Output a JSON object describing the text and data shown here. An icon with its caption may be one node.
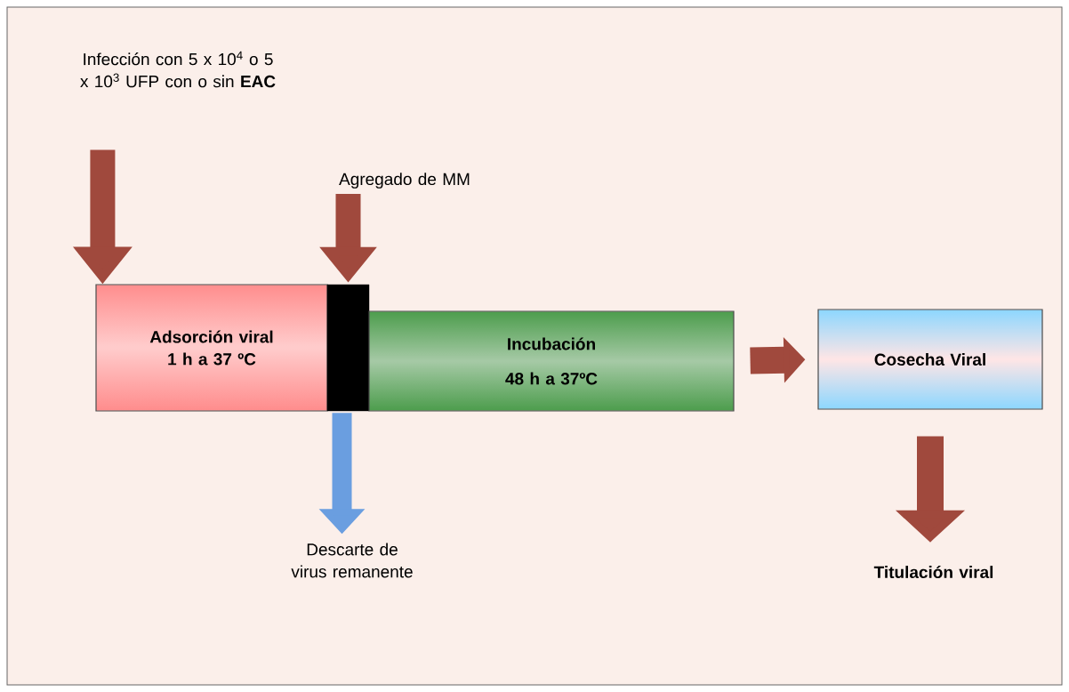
{
  "diagram": {
    "nodes": [
      {
        "text": [
          "Infección con 5 x 10$^{4}$ o 5 x 10$^{3}$ UFP con o sin **EAC**"
        ]
      },
      {
        "text": [
          "Agregado de MM"
        ]
      },
      {
        "text": [
          "Adsorción viral",
          "1 h a 37 ºC"
        ]
      },
      {
        "text": [],
        "shape": "bar"
      },
      {
        "text": [
          "Incubación",
          "48 h a 37ºC"
        ]
      },
      {
        "text": [
          "Cosecha Viral"
        ]
      },
      {
        "text": [
          "Descarte de virus remanente"
        ]
      },
      {
        "text": [
          "Titulación viral"
        ]
      }
    ],
    "edges": [
      {
        "from": 0,
        "to": 2,
        "arrow": "to"
      },
      {
        "from": 1,
        "to": 3,
        "arrow": "to"
      },
      {
        "from": 3,
        "to": 6,
        "arrow": "to",
        "color": "#6a9ee0"
      },
      {
        "from": 4,
        "to": 5,
        "arrow": "to"
      },
      {
        "from": 5,
        "to": 7,
        "arrow": "to"
      }
    ]
  }
}
